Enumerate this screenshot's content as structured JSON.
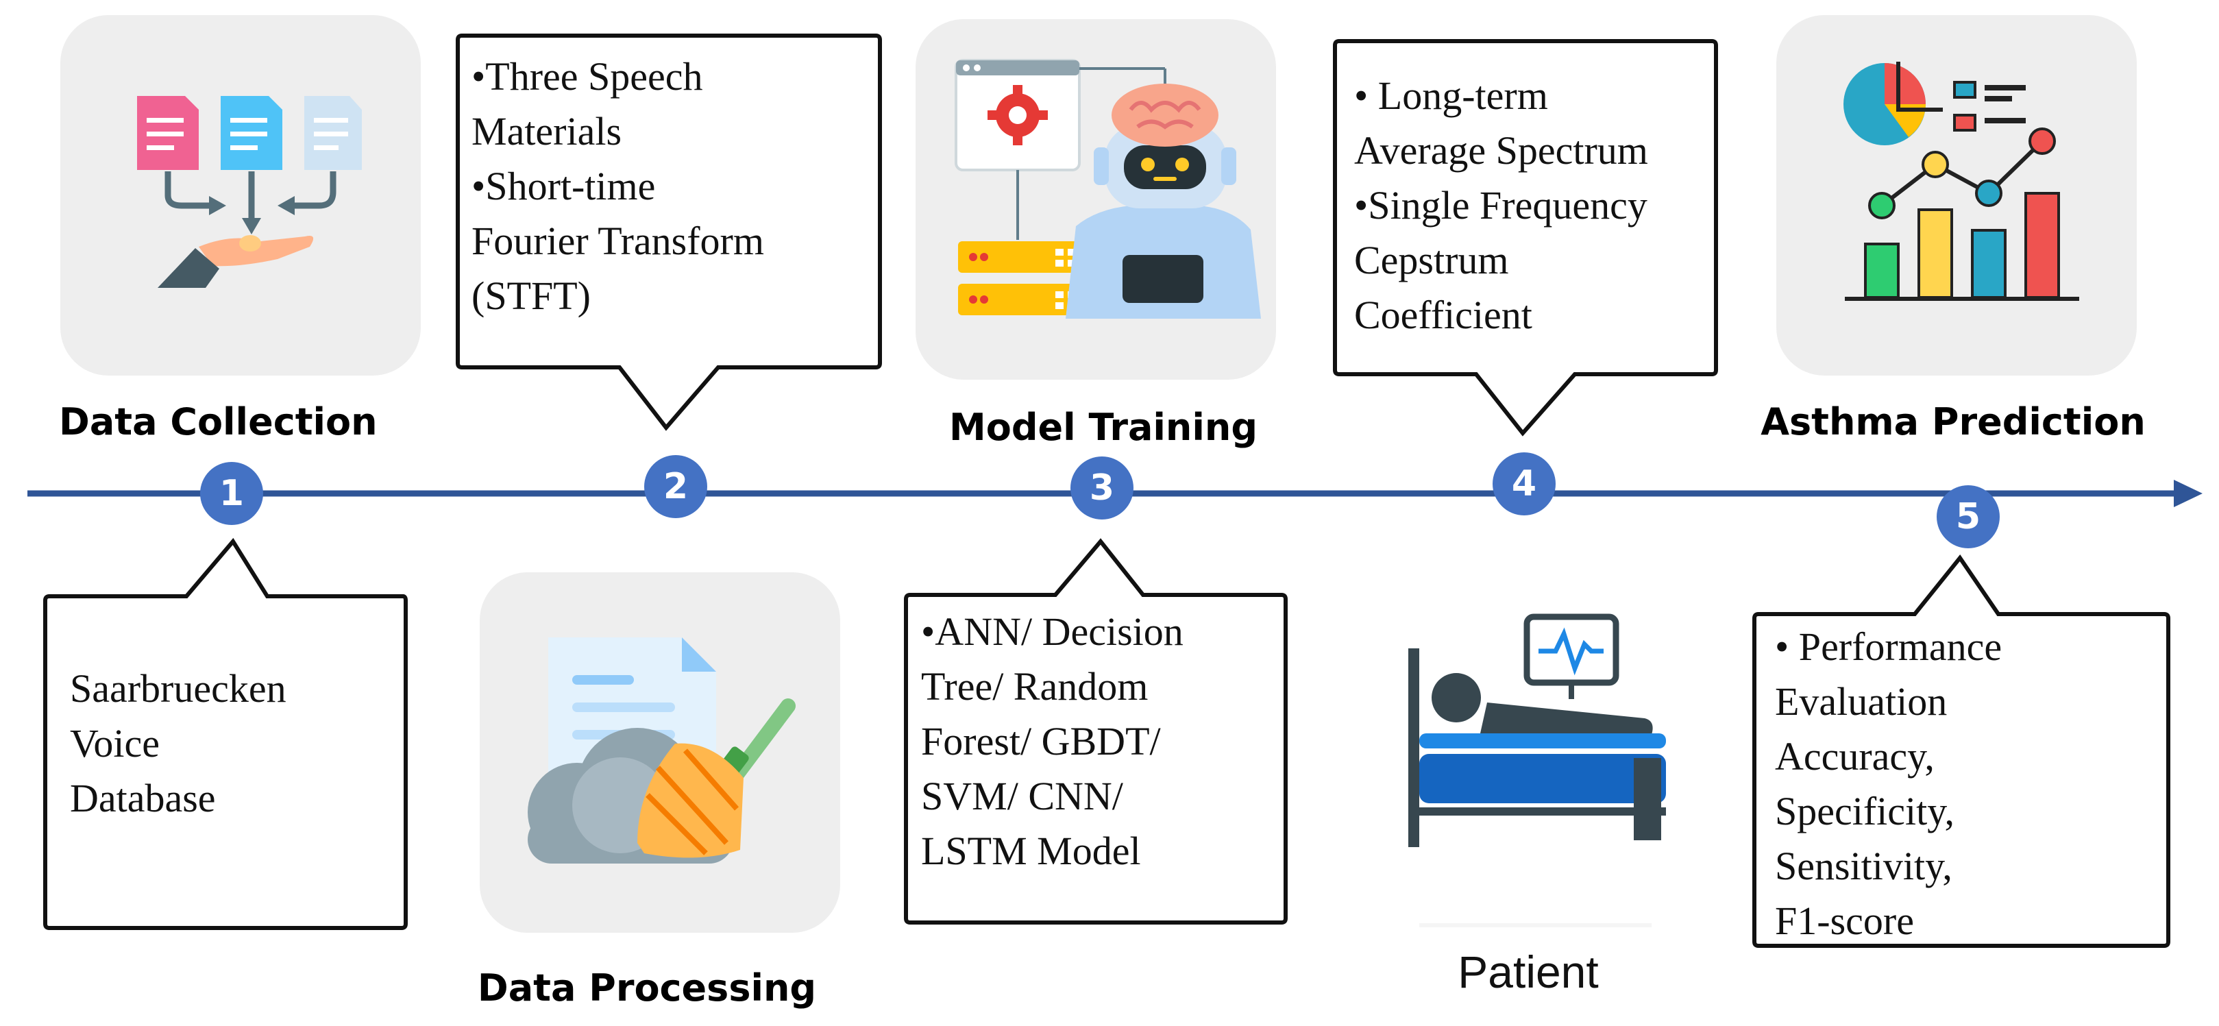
{
  "colors": {
    "timeline": "#2f5597",
    "marker": "#4472c4",
    "marker_text": "#ffffff",
    "tile_bg": "#eeeeee",
    "callout_border": "#111111"
  },
  "timeline": {
    "steps": [
      {
        "number": "1",
        "title": "Data Collection",
        "icon": "data-collection-icon"
      },
      {
        "number": "2",
        "title": "Data Processing",
        "icon": "data-cleaning-icon"
      },
      {
        "number": "3",
        "title": "Model Training",
        "icon": "robot-server-icon"
      },
      {
        "number": "4",
        "title": "Patient",
        "icon": "patient-bed-monitor-icon"
      },
      {
        "number": "5",
        "title": "Asthma Prediction",
        "icon": "analytics-chart-icon"
      }
    ]
  },
  "callouts": {
    "database": {
      "lines": [
        "Saarbruecken",
        "Voice",
        "Database"
      ]
    },
    "processing": {
      "lines": [
        "•Three Speech",
        "Materials",
        "•Short-time",
        "Fourier Transform",
        "(STFT)"
      ]
    },
    "models": {
      "lines": [
        "•ANN/ Decision",
        "Tree/ Random",
        "Forest/ GBDT/",
        "SVM/ CNN/",
        "LSTM Model"
      ]
    },
    "features": {
      "lines": [
        "• Long-term",
        "Average  Spectrum",
        "•Single Frequency",
        "Cepstrum",
        "Coefficient"
      ]
    },
    "evaluation": {
      "lines": [
        "• Performance",
        "Evaluation",
        "Accuracy,",
        "Specificity,",
        "Sensitivity,",
        "F1-score"
      ]
    }
  }
}
